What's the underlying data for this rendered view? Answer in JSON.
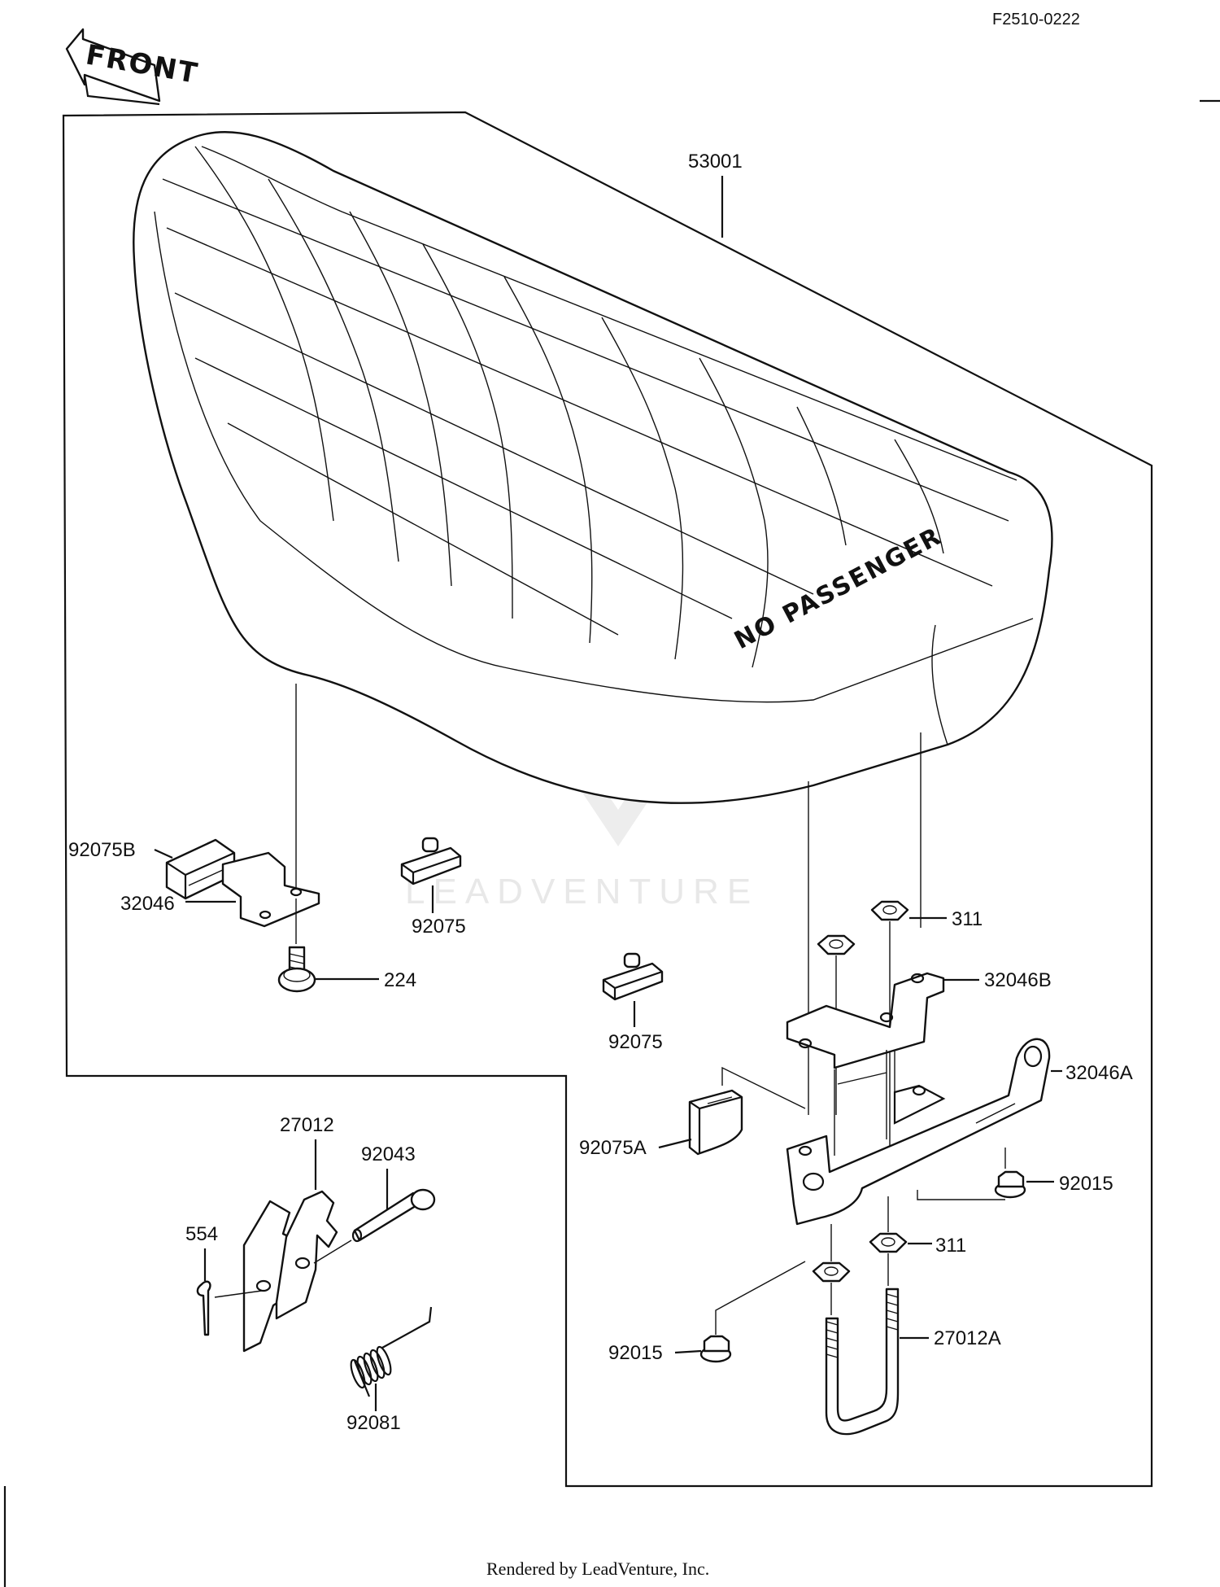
{
  "diagram": {
    "ref_code": "F2510-0222",
    "front_label": "FRONT",
    "seat_text": "NO PASSENGER",
    "watermark": "LEADVENTURE",
    "footer": "Rendered by LeadVenture, Inc.",
    "part_labels": {
      "p53001": "53001",
      "p92075B": "92075B",
      "p32046": "32046",
      "p224": "224",
      "p92075_left": "92075",
      "p92075_mid": "92075",
      "p311_top": "311",
      "p32046B": "32046B",
      "p32046A": "32046A",
      "p92075A": "92075A",
      "p92015_right": "92015",
      "p311_bottom": "311",
      "p27012A": "27012A",
      "p92015_left": "92015",
      "p27012": "27012",
      "p92043": "92043",
      "p554": "554",
      "p92081": "92081"
    }
  }
}
